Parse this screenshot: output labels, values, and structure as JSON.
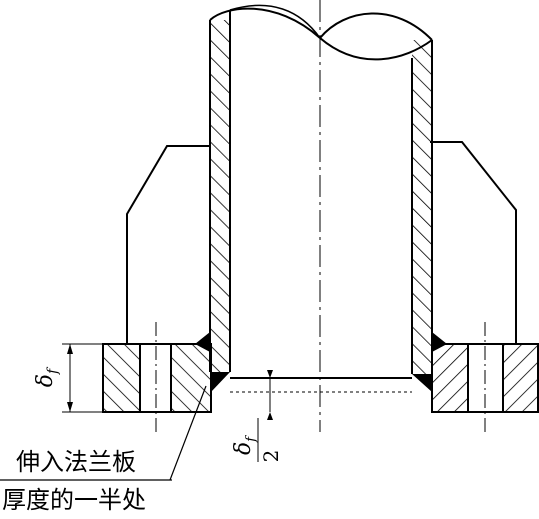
{
  "labels": {
    "line1": "伸入法兰板",
    "line2": "厚度的一半处"
  },
  "dimensions": {
    "flange_thickness": {
      "symbol": "δ",
      "subscript": "f"
    },
    "half_thickness": {
      "symbol": "δ",
      "subscript": "f",
      "denominator": "2"
    }
  },
  "colors": {
    "line": "#000000",
    "background": "#ffffff"
  }
}
